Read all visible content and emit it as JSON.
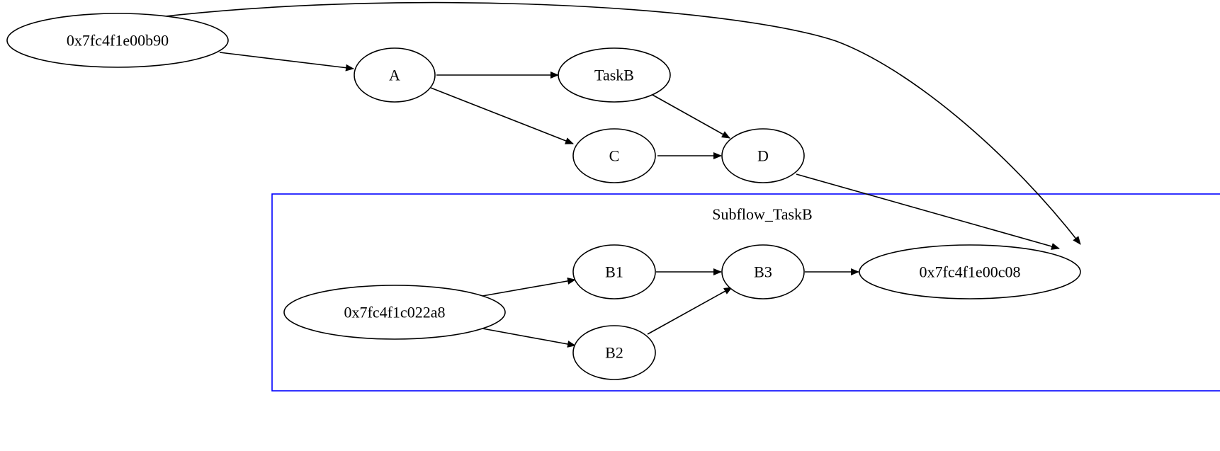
{
  "graph": {
    "nodes": [
      {
        "id": "n0",
        "label": "0x7fc4f1e00b90"
      },
      {
        "id": "nA",
        "label": "A"
      },
      {
        "id": "nTaskB",
        "label": "TaskB"
      },
      {
        "id": "nC",
        "label": "C"
      },
      {
        "id": "nD",
        "label": "D"
      },
      {
        "id": "nEnd",
        "label": "0x7fc4f1e00c08"
      },
      {
        "id": "nSub0",
        "label": "0x7fc4f1c022a8"
      },
      {
        "id": "nB1",
        "label": "B1"
      },
      {
        "id": "nB2",
        "label": "B2"
      },
      {
        "id": "nB3",
        "label": "B3"
      }
    ],
    "edges": [
      {
        "from": "n0",
        "to": "nA"
      },
      {
        "from": "n0",
        "to": "nEnd"
      },
      {
        "from": "nA",
        "to": "nTaskB"
      },
      {
        "from": "nA",
        "to": "nC"
      },
      {
        "from": "nTaskB",
        "to": "nD"
      },
      {
        "from": "nC",
        "to": "nD"
      },
      {
        "from": "nD",
        "to": "nEnd"
      },
      {
        "from": "nSub0",
        "to": "nB1"
      },
      {
        "from": "nSub0",
        "to": "nB2"
      },
      {
        "from": "nB1",
        "to": "nB3"
      },
      {
        "from": "nB2",
        "to": "nB3"
      },
      {
        "from": "nB3",
        "to": "nEnd"
      }
    ],
    "cluster": {
      "label": "Subflow_TaskB",
      "border_color": "#0000ff"
    }
  }
}
